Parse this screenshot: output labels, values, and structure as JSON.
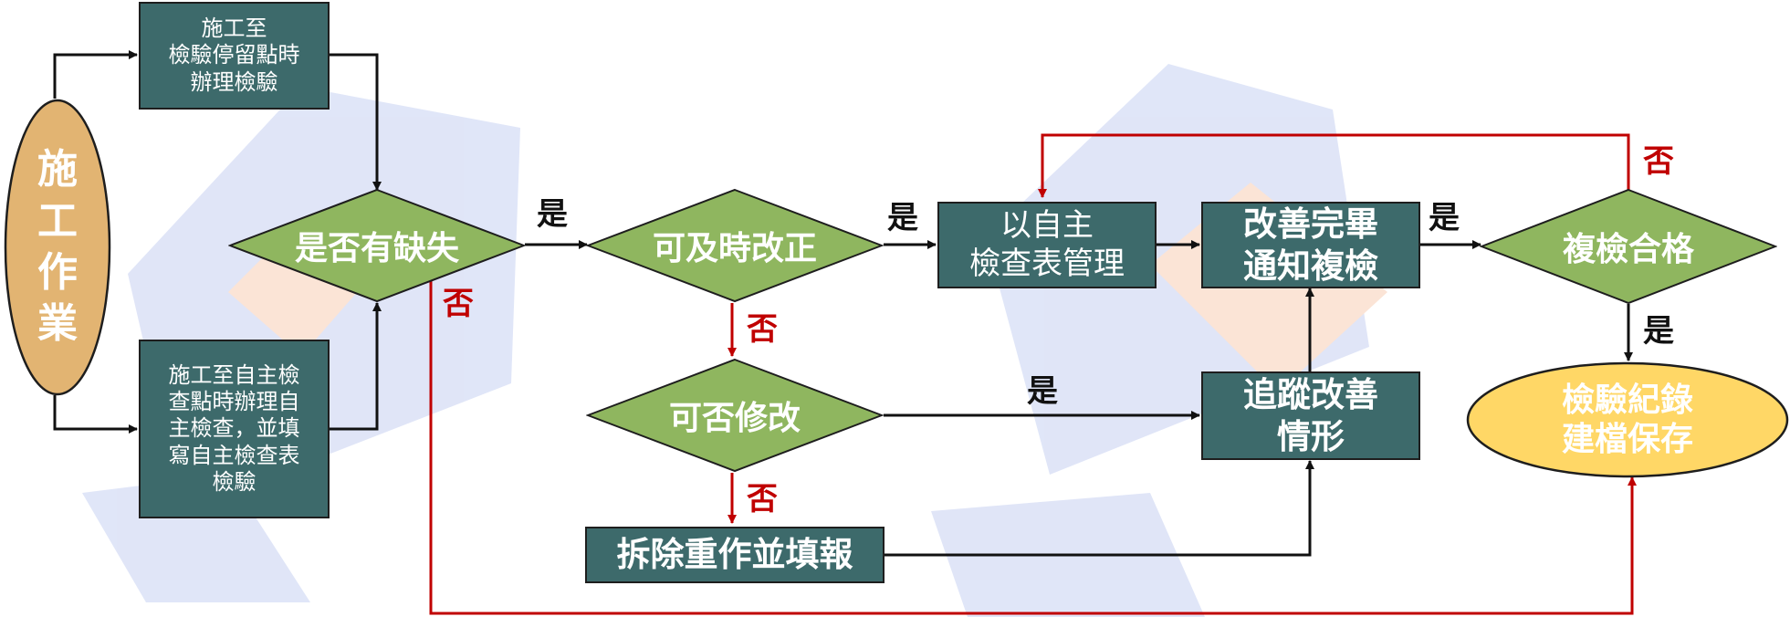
{
  "colors": {
    "box": "#3d6a6b",
    "diamond": "#8fb65f",
    "start_ellipse": "#e2b472",
    "end_ellipse": "#ffd766",
    "arrow_black": "#111111",
    "arrow_red": "#c00000"
  },
  "nodes": {
    "start": "施\n工\n作\n業",
    "hold_point": "施工至\n檢驗停留點時\n辦理檢驗",
    "self_check": "施工至自主檢\n查點時辦理自\n主檢查，並填\n寫自主檢查表\n檢驗",
    "has_defect": "是否有缺失",
    "correctable": "可及時改正",
    "modifiable": "可否修改",
    "checklist_mgmt": "以自主\n檢查表管理",
    "notify_reinspect": "改善完畢\n通知複檢",
    "track_improve": "追蹤改善\n情形",
    "demolish_redo": "拆除重作並填報",
    "reinspect_pass": "複檢合格",
    "archive": "檢驗紀錄\n建檔保存"
  },
  "labels": {
    "yes_defect_to_correctable": "是",
    "yes_correctable_to_checklist": "是",
    "yes_modifiable_to_track": "是",
    "yes_reinspect_to_pass_check": "是",
    "yes_pass_to_archive": "是",
    "no_defect_to_archive": "否",
    "no_correctable_to_modifiable": "否",
    "no_modifiable_to_demolish": "否",
    "no_pass_loop_back": "否"
  }
}
